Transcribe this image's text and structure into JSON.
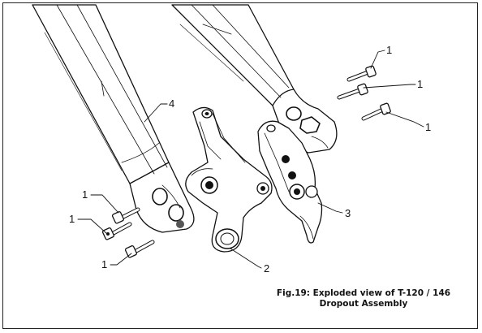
{
  "figure": {
    "caption_line1": "Fig.19: Exploded view of T-120 / 146",
    "caption_line2": "Dropout Assembly"
  },
  "callouts": {
    "bolt_top_1": "1",
    "bolt_top_2": "1",
    "bolt_top_3": "1",
    "bolt_left_1": "1",
    "bolt_left_2": "1",
    "bolt_left_3": "1",
    "hanger": "2",
    "dropout_plate": "3",
    "fork_leg": "4"
  }
}
